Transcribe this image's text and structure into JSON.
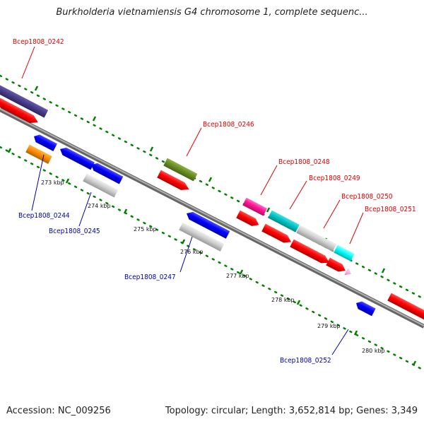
{
  "title": "Burkholderia vietnamiensis G4 chromosome 1, complete sequenc...",
  "footer": {
    "accession": "Accession: NC_009256",
    "summary": "Topology: circular; Length: 3,652,814 bp; Genes: 3,349"
  },
  "scale_labels": [
    "273 kbp",
    "274 kbp",
    "275 kbp",
    "276 kbp",
    "277 kbp",
    "278 kbp",
    "279 kbp",
    "280 kbp"
  ],
  "gene_labels": {
    "forward": [
      "Bcep1808_0242",
      "Bcep1808_0246",
      "Bcep1808_0248",
      "Bcep1808_0249",
      "Bcep1808_0250",
      "Bcep1808_0251"
    ],
    "reverse": [
      "Bcep1808_0244",
      "Bcep1808_0245",
      "Bcep1808_0247",
      "Bcep1808_0252"
    ]
  },
  "colors": {
    "forward_label": "#dd0000",
    "reverse_label": "#0000aa",
    "cds": "#ff0000",
    "reverse_cds": "#0000ff",
    "dotted_track": "#008000",
    "backbone": "#888888"
  }
}
